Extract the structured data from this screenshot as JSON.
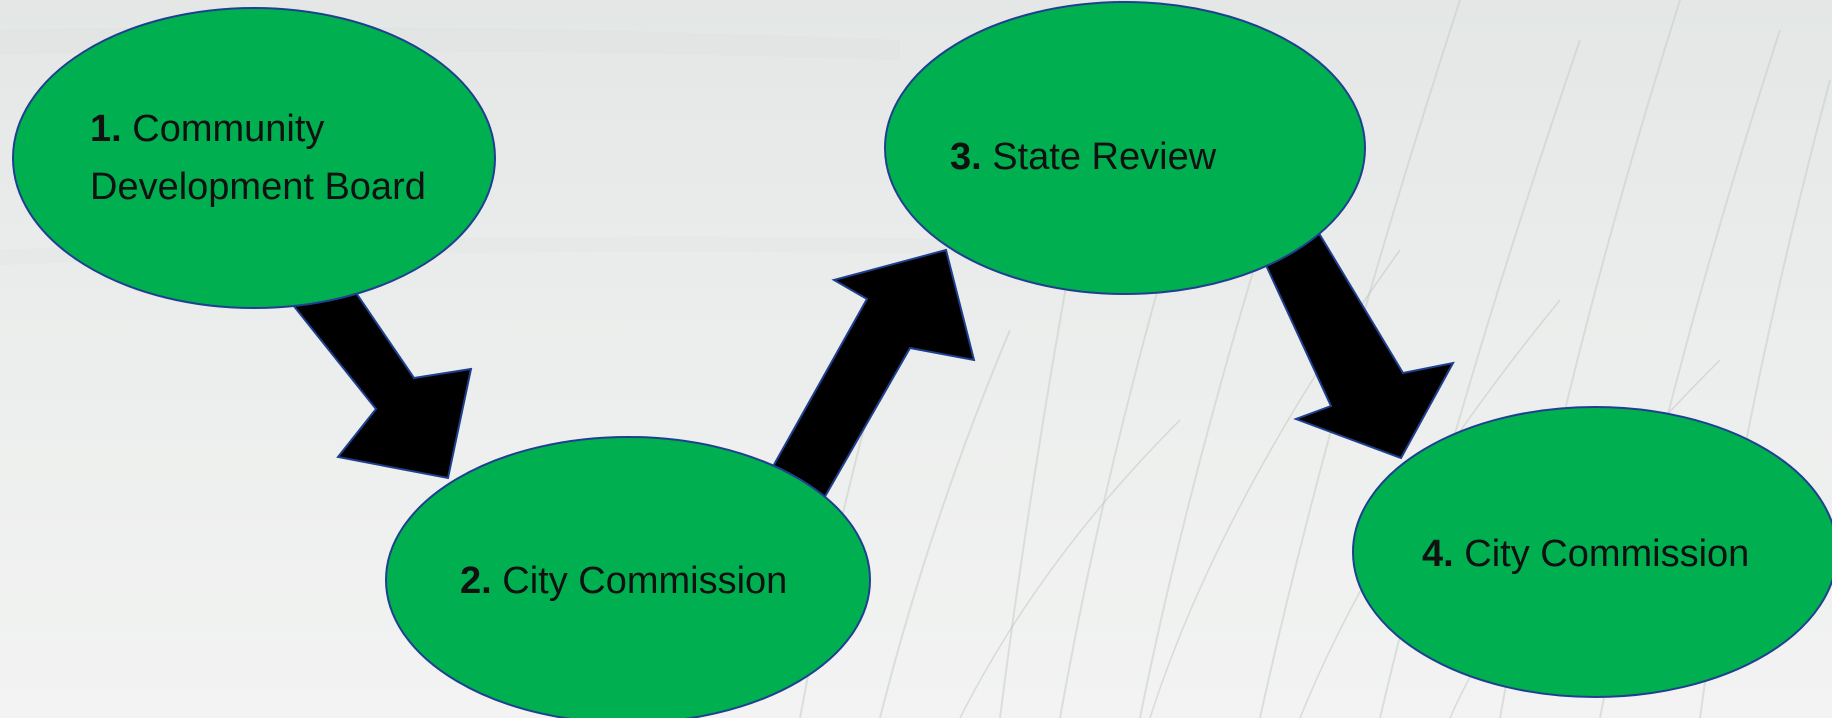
{
  "colors": {
    "node_fill": "#00B050",
    "node_stroke": "#1F3F8F",
    "arrow_fill": "#000000",
    "background": "#E9EBEA"
  },
  "nodes": [
    {
      "number": "1.",
      "text": "Community Development Board"
    },
    {
      "number": "2.",
      "text": "City Commission"
    },
    {
      "number": "3.",
      "text": "State Review"
    },
    {
      "number": "4.",
      "text": "City Commission"
    }
  ],
  "edges": [
    {
      "from": "1",
      "to": "2"
    },
    {
      "from": "2",
      "to": "3"
    },
    {
      "from": "3",
      "to": "4"
    }
  ]
}
